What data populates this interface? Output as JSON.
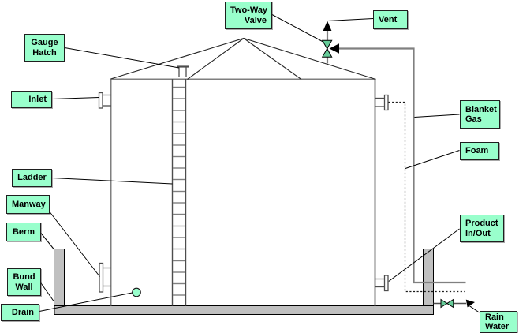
{
  "diagram": {
    "type": "storage-tank-schematic",
    "labels": {
      "two_way_valve": {
        "lines": [
          "Two-Way",
          "Valve"
        ]
      },
      "gauge_hatch": {
        "lines": [
          "Gauge",
          "Hatch"
        ]
      },
      "vent": {
        "lines": [
          "Vent"
        ]
      },
      "inlet": {
        "lines": [
          "Inlet"
        ]
      },
      "blanket_gas": {
        "lines": [
          "Blanket",
          "Gas"
        ]
      },
      "foam": {
        "lines": [
          "Foam"
        ]
      },
      "ladder": {
        "lines": [
          "Ladder"
        ]
      },
      "manway": {
        "lines": [
          "Manway"
        ]
      },
      "berm": {
        "lines": [
          "Berm"
        ]
      },
      "bund_wall": {
        "lines": [
          "Bund",
          "Wall"
        ]
      },
      "drain": {
        "lines": [
          "Drain"
        ]
      },
      "product_in_out": {
        "lines": [
          "Product",
          "In/Out"
        ]
      },
      "rain_water": {
        "lines": [
          "Rain",
          "Water"
        ]
      }
    },
    "icons": {
      "two_way_valve_symbol": "vertical-bowtie-valve",
      "rain_water_valve_symbol": "horizontal-bowtie-valve",
      "vent_flow_arrow": "arrow-up",
      "blanket_gas_flow_arrow": "arrow-left",
      "rain_water_flow_arrow": "arrow-right",
      "drain_symbol": "small-circle"
    },
    "colors": {
      "label_fill": "#99FFCC",
      "label_border": "#1F1F1F",
      "valve_fill": "#66CC99",
      "pipe_gray": "#808080",
      "shell_gray": "#7F7F7F",
      "wall_fill": "#C0C0C0",
      "line_black": "#000000",
      "background": "#FFFFFF"
    }
  }
}
